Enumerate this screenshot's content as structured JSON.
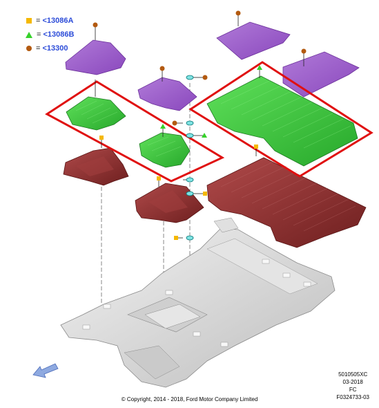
{
  "legend": {
    "items": [
      {
        "symbol": "square",
        "color": "#f5b800",
        "text": "<13086A"
      },
      {
        "symbol": "triangle",
        "color": "#36d12a",
        "text": "<13086B"
      },
      {
        "symbol": "circle",
        "color": "#b35a10",
        "text": "<13300"
      }
    ]
  },
  "stamp": {
    "line1": "5010505XC",
    "line2": "03-2018",
    "line3": "FC",
    "line4": "F0324733-03"
  },
  "copyright": "© Copyright, 2014 - 2018, Ford Motor Company Limited",
  "colors": {
    "purple": "#9b59c8",
    "green": "#39c43a",
    "maroon": "#8a2a2a",
    "grey": "#d9d9d9",
    "highlight": "#e01010",
    "legend_text": "#2b4bd8",
    "arrow": "#8ea9e0"
  },
  "icons": [
    "front-direction-arrow-icon",
    "clip-fastener-icon"
  ]
}
